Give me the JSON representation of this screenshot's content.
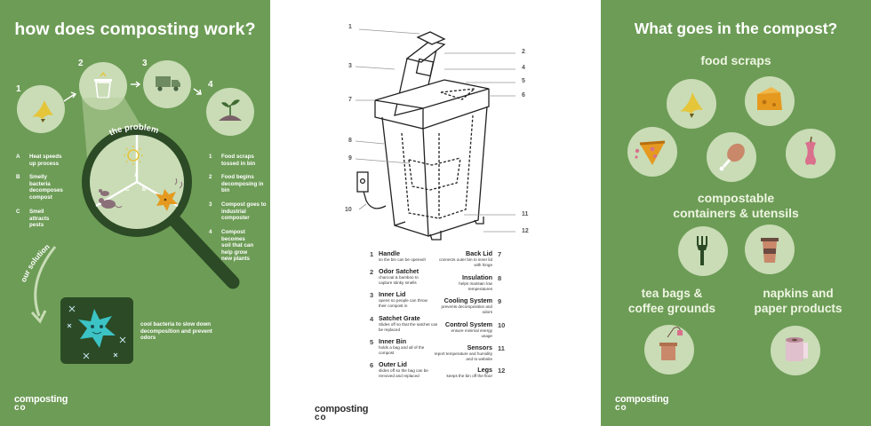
{
  "panel1": {
    "title": "how does composting work?",
    "steps": [
      {
        "num": "1",
        "text": "Food scraps tossed in bin"
      },
      {
        "num": "2",
        "text": "Food begins decomposing in bin"
      },
      {
        "num": "3",
        "text": "Compost goes to industrial composter"
      },
      {
        "num": "4",
        "text": "Compost becomes soil that can help grow new plants"
      }
    ],
    "problem_label": "the problem",
    "problems": [
      {
        "letter": "A",
        "text": "Heat speeds up process"
      },
      {
        "letter": "B",
        "text": "Smelly bacteria decomposes compost"
      },
      {
        "letter": "C",
        "text": "Smell attracts pests"
      }
    ],
    "sector_letters": [
      "A",
      "B",
      "C"
    ],
    "solution_label": "our solution",
    "solution_text": "cool bacteria to slow down decomposition and prevent odors",
    "brand_line1": "composting",
    "brand_line2": "co"
  },
  "panel2": {
    "diagram_numbers": [
      "1",
      "2",
      "3",
      "4",
      "5",
      "6",
      "7",
      "8",
      "9",
      "10",
      "11",
      "12"
    ],
    "parts_left": [
      {
        "num": "1",
        "name": "Handle",
        "desc": "so the bin can be opened!"
      },
      {
        "num": "2",
        "name": "Odor Satchet",
        "desc": "charcoal & bamboo to capture stinky smells"
      },
      {
        "num": "3",
        "name": "Inner Lid",
        "desc": "opens so people can throw their compost in"
      },
      {
        "num": "4",
        "name": "Satchet Grate",
        "desc": "Slides off so that the satchet can be replaced"
      },
      {
        "num": "5",
        "name": "Inner Bin",
        "desc": "holds a bag and all of the compost"
      },
      {
        "num": "6",
        "name": "Outer Lid",
        "desc": "slides off so the bag can be removed and replaced"
      }
    ],
    "parts_right": [
      {
        "num": "7",
        "name": "Back Lid",
        "desc": "connects outer bin to inner lid with hinge"
      },
      {
        "num": "8",
        "name": "Insulation",
        "desc": "helps maintain low temperatures"
      },
      {
        "num": "9",
        "name": "Cooling System",
        "desc": "prevents decomposition and odors"
      },
      {
        "num": "10",
        "name": "Control System",
        "desc": "ensure minimal energy usage"
      },
      {
        "num": "11",
        "name": "Sensors",
        "desc": "report temperature and humidity and to website"
      },
      {
        "num": "12",
        "name": "Legs",
        "desc": "keeps the bin off the floor"
      }
    ],
    "brand_line1": "composting",
    "brand_line2": "co"
  },
  "panel3": {
    "title": "What goes in the compost?",
    "cat_food": "food scraps",
    "cat_containers_1": "compostable",
    "cat_containers_2": "containers & utensils",
    "cat_tea_1": "tea bags &",
    "cat_tea_2": "coffee grounds",
    "cat_napkins_1": "napkins and",
    "cat_napkins_2": "paper products",
    "icons": [
      "banana-peel-icon",
      "cheese-icon",
      "pizza-slice-icon",
      "chicken-leg-icon",
      "apple-core-icon",
      "fork-icon",
      "coffee-cup-icon",
      "tea-bag-icon",
      "paper-towel-icon"
    ],
    "brand_line1": "composting",
    "brand_line2": "co"
  },
  "colors": {
    "green": "#6d9c56",
    "dark_green": "#2b4a25",
    "light_circle": "#c9dcb6",
    "banana": "#e5c53a",
    "orange": "#e59a1f",
    "pink": "#d9708c",
    "teal": "#3cc3c5"
  }
}
